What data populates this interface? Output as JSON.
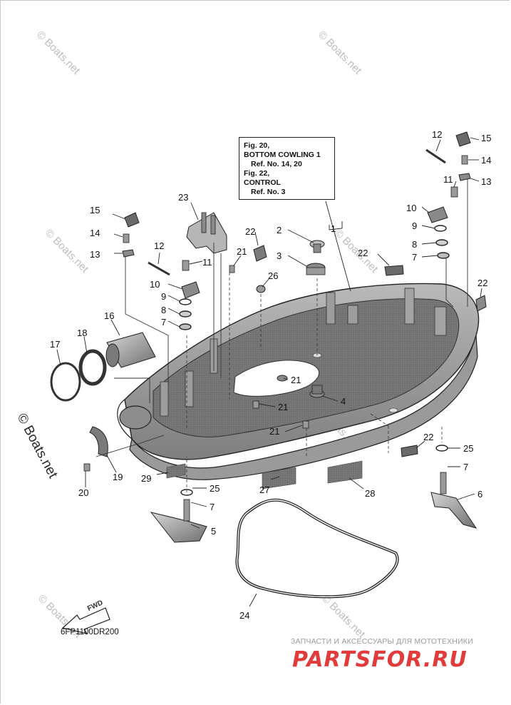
{
  "reference_box": {
    "line1": "Fig. 20,",
    "line2": "BOTTOM COWLING 1",
    "line3": "Ref. No. 14, 20",
    "line4": "Fig. 22,",
    "line5": "CONTROL",
    "line6": "Ref. No. 3"
  },
  "callouts": {
    "c1": "1",
    "c2": "2",
    "c3": "3",
    "c4": "4",
    "c5": "5",
    "c6": "6",
    "c7a": "7",
    "c7b": "7",
    "c7c": "7",
    "c7d": "7",
    "c8a": "8",
    "c8b": "8",
    "c9a": "9",
    "c9b": "9",
    "c10a": "10",
    "c10b": "10",
    "c11a": "11",
    "c11b": "11",
    "c12a": "12",
    "c12b": "12",
    "c13a": "13",
    "c13b": "13",
    "c14a": "14",
    "c14b": "14",
    "c15a": "15",
    "c15b": "15",
    "c16": "16",
    "c17": "17",
    "c18": "18",
    "c19": "19",
    "c20": "20",
    "c21a": "21",
    "c21b": "21",
    "c21c": "21",
    "c21d": "21",
    "c22a": "22",
    "c22b": "22",
    "c22c": "22",
    "c22d": "22",
    "c23": "23",
    "c24": "24",
    "c25a": "25",
    "c25b": "25",
    "c26": "26",
    "c27": "27",
    "c28": "28",
    "c29": "29"
  },
  "fwd_arrow_label": "FWD",
  "diagram_code": "6FP1100DR200",
  "watermark": "© Boats.net",
  "shop_caption": "ЗАПЧАСТИ И АКСЕССУАРЫ ДЛЯ МОТОТЕХНИКИ",
  "shop_logo": "PARTSFOR.RU"
}
